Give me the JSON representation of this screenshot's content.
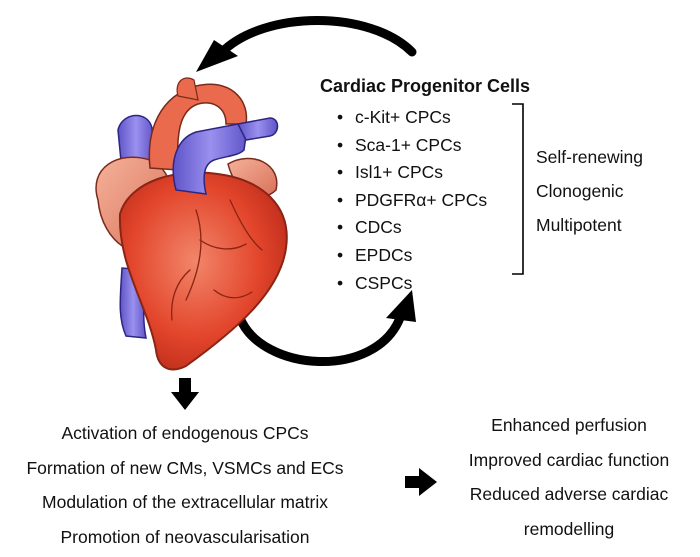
{
  "cpc_panel": {
    "title": "Cardiac Progenitor Cells",
    "cell_types": [
      "c-Kit+ CPCs",
      "Sca-1+ CPCs",
      "Isl1+ CPCs",
      "PDGFRα+ CPCs",
      "CDCs",
      "EPDCs",
      "CSPCs"
    ],
    "properties": [
      "Self-renewing",
      "Clonogenic",
      "Multipotent"
    ]
  },
  "effects": [
    "Activation of endogenous CPCs",
    "Formation of new CMs, VSMCs and ECs",
    "Modulation of the extracellular matrix",
    "Promotion of neovascularisation"
  ],
  "outcomes": [
    "Enhanced perfusion",
    "Improved cardiac function",
    "Reduced adverse cardiac",
    "remodelling"
  ],
  "icons": {
    "heart": "anatomical-heart-icon",
    "cycle_top": "curved-arrow-icon",
    "cycle_bottom": "curved-arrow-icon",
    "down": "arrow-down-icon",
    "right": "arrow-right-icon"
  },
  "colors": {
    "heart_red": "#e2452b",
    "vessel_blue": "#7b6fe0",
    "arrow": "#000000"
  }
}
